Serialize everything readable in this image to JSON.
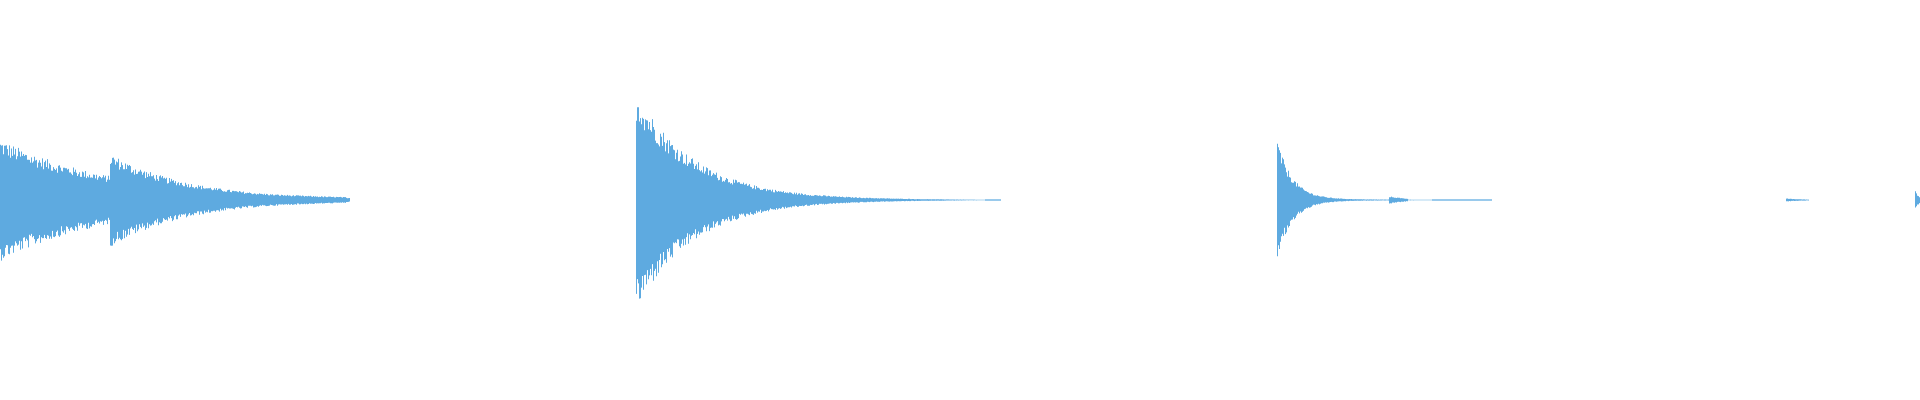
{
  "waveform": {
    "color": "#5eaae0",
    "background": "#ffffff",
    "events": [
      {
        "onset": 0.0,
        "peak": 0.3,
        "decay": 0.06,
        "tail": 0.18,
        "noise": 0.006
      },
      {
        "onset": 0.057,
        "peak": 0.23,
        "decay": 0.04,
        "tail": 0.125,
        "noise": 0.006
      },
      {
        "onset": 0.331,
        "peak": 0.55,
        "decay": 0.03,
        "tail": 0.19,
        "noise": 0.005
      },
      {
        "onset": 0.415,
        "peak": 0.035,
        "decay": 0.01,
        "tail": 0.015,
        "noise": 0.0
      },
      {
        "onset": 0.665,
        "peak": 0.3,
        "decay": 0.008,
        "tail": 0.128,
        "noise": 0.004
      },
      {
        "onset": 0.723,
        "peak": 0.02,
        "decay": 0.01,
        "tail": 0.01,
        "noise": 0.0
      },
      {
        "onset": 0.93,
        "peak": 0.008,
        "decay": 0.01,
        "tail": 0.012,
        "noise": 0.0
      },
      {
        "onset": 0.997,
        "peak": 0.06,
        "decay": 0.002,
        "tail": 0.003,
        "noise": 0.0
      }
    ]
  }
}
